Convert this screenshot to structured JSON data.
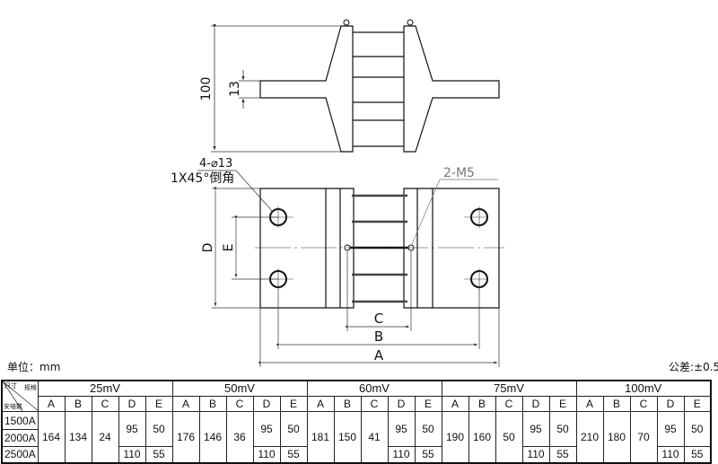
{
  "drawing": {
    "side_view": {
      "height_dim": "100",
      "terminal_thickness_dim": "13"
    },
    "top_view": {
      "hole_note": "4-⌀13",
      "chamfer_note": "1X45°倒角",
      "screw_note": "2-M5",
      "dims": {
        "A": "A",
        "B": "B",
        "C": "C",
        "D": "D",
        "E": "E"
      }
    }
  },
  "unit_label": "单位：mm",
  "tolerance_label": "公差:±0.5",
  "table": {
    "corner": {
      "size": "尺寸",
      "spec": "规格",
      "current": "安培数"
    },
    "sub_columns": [
      "A",
      "B",
      "C",
      "D",
      "E"
    ],
    "currents": [
      "1500A",
      "2000A",
      "2500A"
    ],
    "groups": [
      {
        "name": "25mV",
        "A": "164",
        "B": "134",
        "C": "24",
        "D1": "95",
        "E1": "50",
        "D2": "110",
        "E2": "55"
      },
      {
        "name": "50mV",
        "A": "176",
        "B": "146",
        "C": "36",
        "D1": "95",
        "E1": "50",
        "D2": "110",
        "E2": "55"
      },
      {
        "name": "60mV",
        "A": "181",
        "B": "150",
        "C": "41",
        "D1": "95",
        "E1": "50",
        "D2": "110",
        "E2": "55"
      },
      {
        "name": "75mV",
        "A": "190",
        "B": "160",
        "C": "50",
        "D1": "95",
        "E1": "50",
        "D2": "110",
        "E2": "55"
      },
      {
        "name": "100mV",
        "A": "210",
        "B": "180",
        "C": "70",
        "D1": "95",
        "E1": "50",
        "D2": "110",
        "E2": "55"
      }
    ]
  }
}
